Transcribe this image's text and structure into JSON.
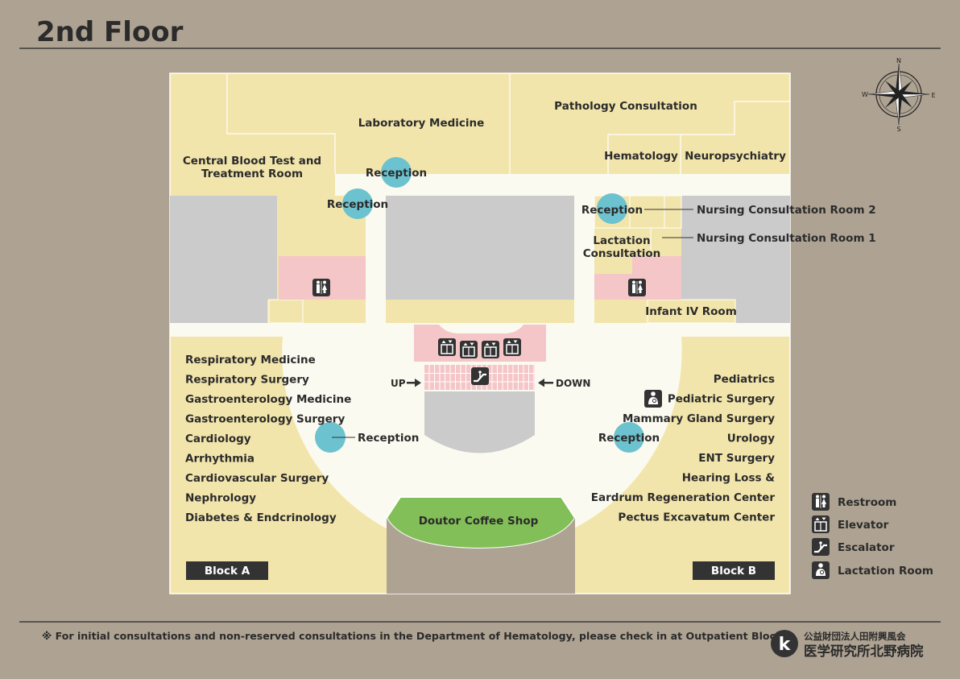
{
  "header": {
    "title": "2nd Floor"
  },
  "compass": {
    "n": "N",
    "e": "E",
    "s": "S",
    "w": "W"
  },
  "rooms": {
    "laboratory_medicine": "Laboratory Medicine",
    "pathology_consultation": "Pathology Consultation",
    "central_blood_line1": "Central Blood Test and",
    "central_blood_line2": "Treatment Room",
    "hematology": "Hematology",
    "neuropsychiatry": "Neuropsychiatry",
    "nursing_room_2": "Nursing Consultation Room 2",
    "nursing_room_1": "Nursing Consultation Room 1",
    "lactation_line1": "Lactation",
    "lactation_line2": "Consultation",
    "infant_iv_room": "Infant IV Room",
    "coffee_shop": "Doutor Coffee Shop"
  },
  "receptions": {
    "top": "Reception",
    "left_upper": "Reception",
    "right_upper": "Reception",
    "block_a": "Reception",
    "block_b": "Reception"
  },
  "escalator": {
    "up": "UP",
    "down": "DOWN"
  },
  "block_a": {
    "label": "Block A",
    "departments": [
      "Respiratory Medicine",
      "Respiratory Surgery",
      "Gastroenterology Medicine",
      "Gastroenterology Surgery",
      "Cardiology",
      "Arrhythmia",
      "Cardiovascular Surgery",
      "Nephrology",
      "Diabetes & Endcrinology"
    ]
  },
  "block_b": {
    "label": "Block B",
    "departments": [
      "Pediatrics",
      "Pediatric Surgery",
      "Mammary Gland Surgery",
      "Urology",
      "ENT Surgery",
      "Hearing Loss &",
      "Eardrum Regeneration Center",
      "Pectus Excavatum Center"
    ]
  },
  "legend": {
    "restroom": "Restroom",
    "elevator": "Elevator",
    "escalator": "Escalator",
    "lactation_room": "Lactation Room"
  },
  "footer": {
    "note": "※ For initial consultations and non-reserved consultations in the Department of Hematology, please check in at Outpatient Block A.",
    "org_line1": "公益財団法人田附興風会",
    "org_line2": "医学研究所北野病院",
    "logo_letter": "k"
  },
  "colors": {
    "background": "#aea392",
    "room": "#f2e5ab",
    "corridor": "#fbfaf0",
    "gray": "#cbcbcb",
    "pink": "#f5c6c8",
    "reception": "#6cc2cf",
    "coffee": "#82bf58",
    "dark": "#333333"
  }
}
